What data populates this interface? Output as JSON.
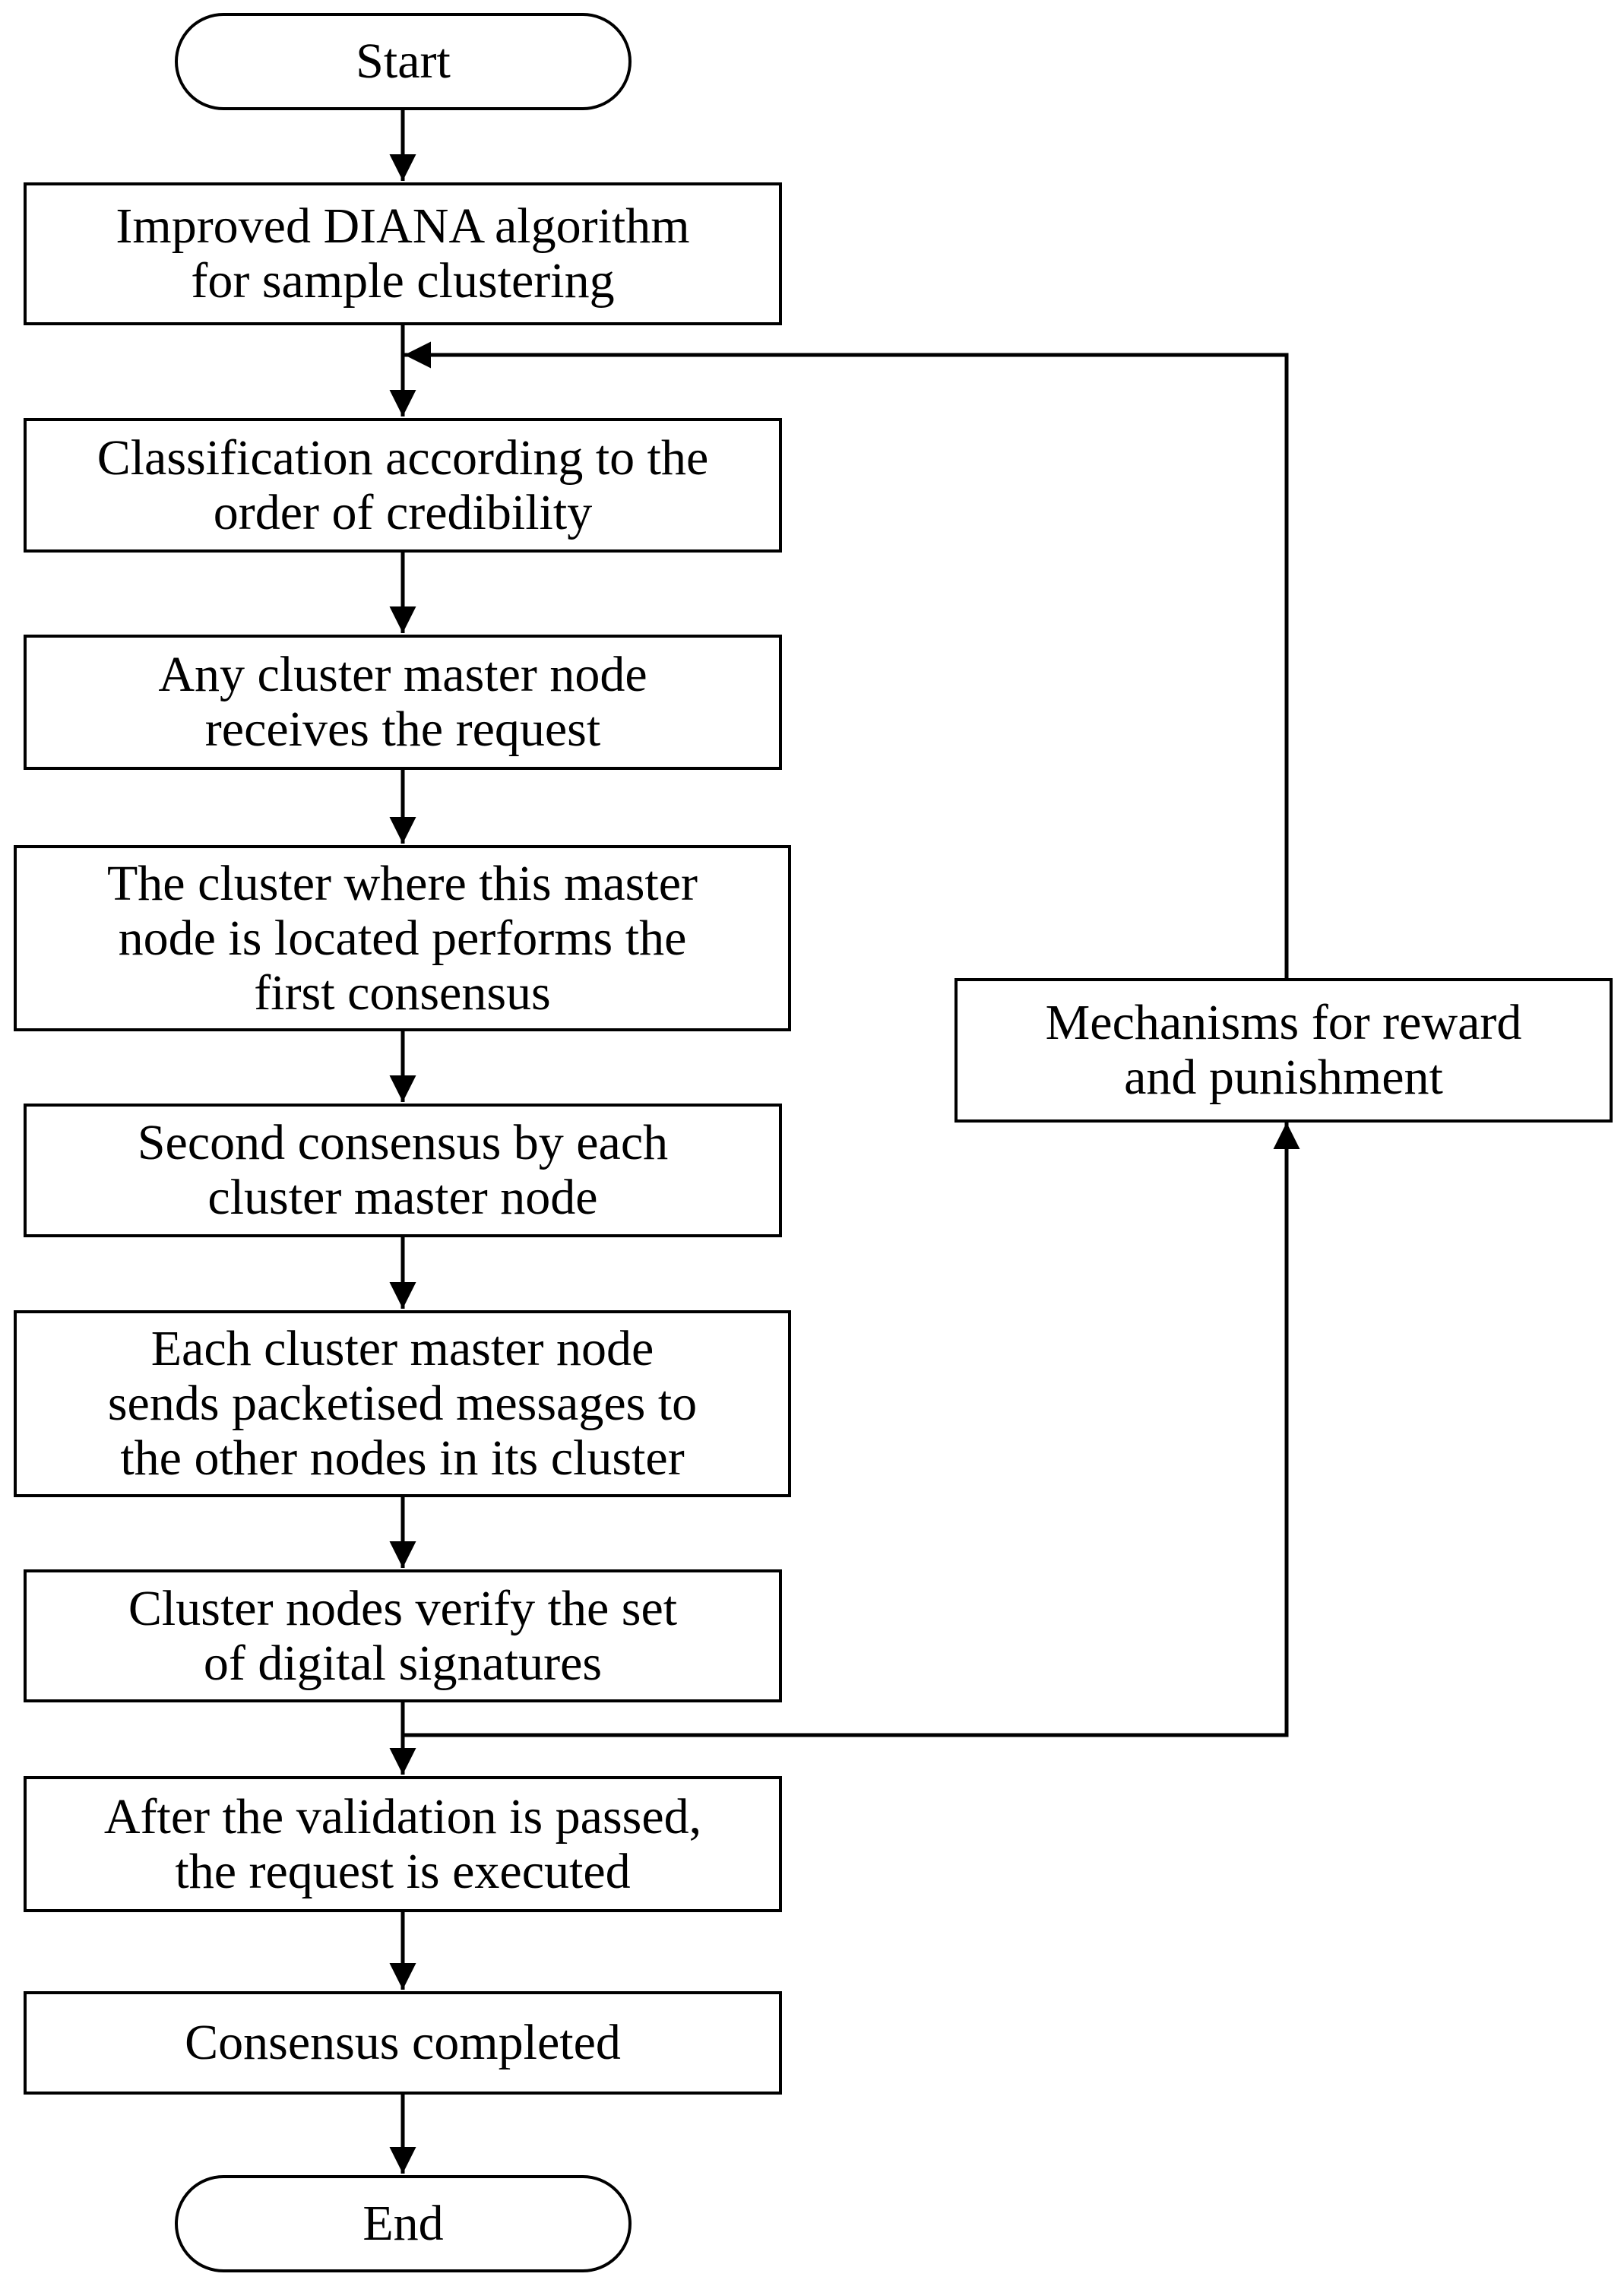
{
  "flowchart": {
    "nodes": [
      {
        "id": "start",
        "label": "Start"
      },
      {
        "id": "diana",
        "label": "Improved DIANA algorithm\nfor sample clustering"
      },
      {
        "id": "classify",
        "label": "Classification according to the\norder of credibility"
      },
      {
        "id": "receive",
        "label": "Any cluster master node\nreceives the request"
      },
      {
        "id": "first",
        "label": "The cluster where this master\nnode is located performs the\nfirst consensus"
      },
      {
        "id": "second",
        "label": "Second consensus by each\ncluster master node"
      },
      {
        "id": "send",
        "label": "Each cluster master node\nsends packetised messages to\nthe other nodes in its cluster"
      },
      {
        "id": "verify",
        "label": "Cluster nodes verify the set\nof digital signatures"
      },
      {
        "id": "execute",
        "label": "After the validation is passed,\nthe request is executed"
      },
      {
        "id": "complete",
        "label": "Consensus completed"
      },
      {
        "id": "end",
        "label": "End"
      },
      {
        "id": "reward",
        "label": "Mechanisms for reward\nand punishment"
      }
    ],
    "edges": [
      {
        "from": "start",
        "to": "diana"
      },
      {
        "from": "diana",
        "to": "classify"
      },
      {
        "from": "classify",
        "to": "receive"
      },
      {
        "from": "receive",
        "to": "first"
      },
      {
        "from": "first",
        "to": "second"
      },
      {
        "from": "second",
        "to": "send"
      },
      {
        "from": "send",
        "to": "verify"
      },
      {
        "from": "verify",
        "to": "execute"
      },
      {
        "from": "execute",
        "to": "complete"
      },
      {
        "from": "complete",
        "to": "end"
      },
      {
        "from": "verify",
        "to": "reward"
      },
      {
        "from": "reward",
        "to": "classify"
      }
    ]
  }
}
